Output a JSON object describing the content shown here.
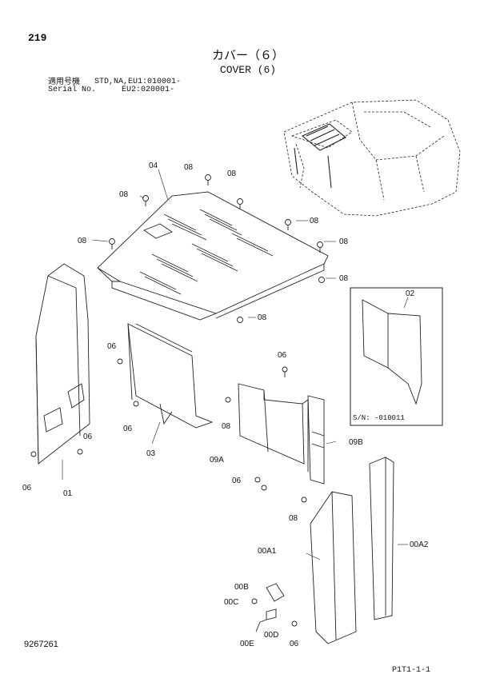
{
  "page_number": "219",
  "title_jp": "カバー（６）",
  "title_en": "COVER (6)",
  "serial_label_jp": "適用号機",
  "serial_label_en": "Serial No.",
  "serial_std": "STD,NA,EU1:010001-",
  "serial_eu2": "EU2:020001-",
  "inset_serial": "S/N: -010011",
  "document_number": "9267261",
  "page_ref": "P1T1-1-1",
  "callouts": {
    "c04": "04",
    "c08a": "08",
    "c08b": "08",
    "c08c": "08",
    "c08d": "08",
    "c08e": "08",
    "c08f": "08",
    "c08g": "08",
    "c08h": "08",
    "c08i": "08",
    "c08j": "08",
    "c02": "02",
    "c06a": "06",
    "c06b": "06",
    "c06c": "06",
    "c06d": "06",
    "c06e": "06",
    "c06f": "06",
    "c06g": "06",
    "c01": "01",
    "c03": "03",
    "c09a": "09A",
    "c09b": "09B",
    "c00a1": "00A1",
    "c00a2": "00A2",
    "c00b": "00B",
    "c00c": "00C",
    "c00d": "00D",
    "c00e": "00E"
  }
}
